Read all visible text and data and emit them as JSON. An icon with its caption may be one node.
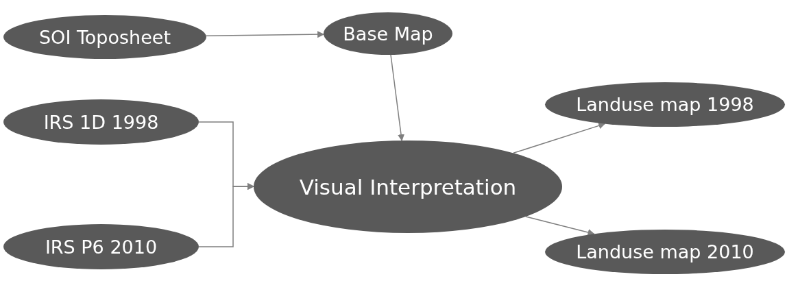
{
  "diagram": {
    "nodes": [
      {
        "text": [
          "SOI Toposheet"
        ]
      },
      {
        "text": [
          "Base Map"
        ]
      },
      {
        "text": [
          "IRS 1D 1998"
        ]
      },
      {
        "text": [
          "Visual Interpretation"
        ]
      },
      {
        "text": [
          "Landuse map 1998"
        ]
      },
      {
        "text": [
          "IRS P6 2010"
        ]
      },
      {
        "text": [
          "Landuse map 2010"
        ]
      }
    ],
    "edges": [
      {
        "from": 0,
        "to": 1,
        "arrow": "to"
      },
      {
        "from": 1,
        "to": 3,
        "arrow": "to"
      },
      {
        "from": 2,
        "to": 3,
        "arrow": "to"
      },
      {
        "from": 5,
        "to": 3,
        "arrow": "to"
      },
      {
        "from": 3,
        "to": 4,
        "arrow": "to"
      },
      {
        "from": 3,
        "to": 6,
        "arrow": "to"
      }
    ]
  }
}
